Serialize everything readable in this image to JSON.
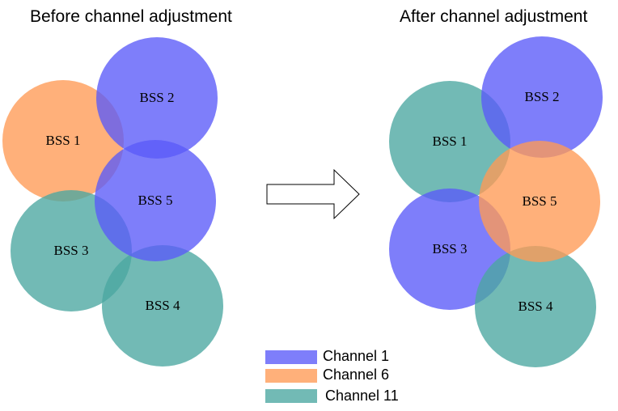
{
  "titles": {
    "before": "Before channel adjustment",
    "after": "After channel adjustment"
  },
  "colors": {
    "channel_1": "#5a5af8",
    "channel_6": "#ff9a55",
    "channel_11": "#4aa6a0"
  },
  "channels": [
    {
      "label": "Channel 1",
      "color_key": "channel_1"
    },
    {
      "label": "Channel 6",
      "color_key": "channel_6"
    },
    {
      "label": "Channel 11",
      "color_key": "channel_11"
    }
  ],
  "before": {
    "bss": [
      {
        "label": "BSS 1",
        "channel": "Channel 6"
      },
      {
        "label": "BSS 2",
        "channel": "Channel 1"
      },
      {
        "label": "BSS 3",
        "channel": "Channel 11"
      },
      {
        "label": "BSS 4",
        "channel": "Channel 11"
      },
      {
        "label": "BSS 5",
        "channel": "Channel 1"
      }
    ]
  },
  "after": {
    "bss": [
      {
        "label": "BSS 1",
        "channel": "Channel 11"
      },
      {
        "label": "BSS 2",
        "channel": "Channel 1"
      },
      {
        "label": "BSS 3",
        "channel": "Channel 1"
      },
      {
        "label": "BSS 4",
        "channel": "Channel 11"
      },
      {
        "label": "BSS 5",
        "channel": "Channel 6"
      }
    ]
  },
  "arrow_icon": "right-arrow-icon"
}
